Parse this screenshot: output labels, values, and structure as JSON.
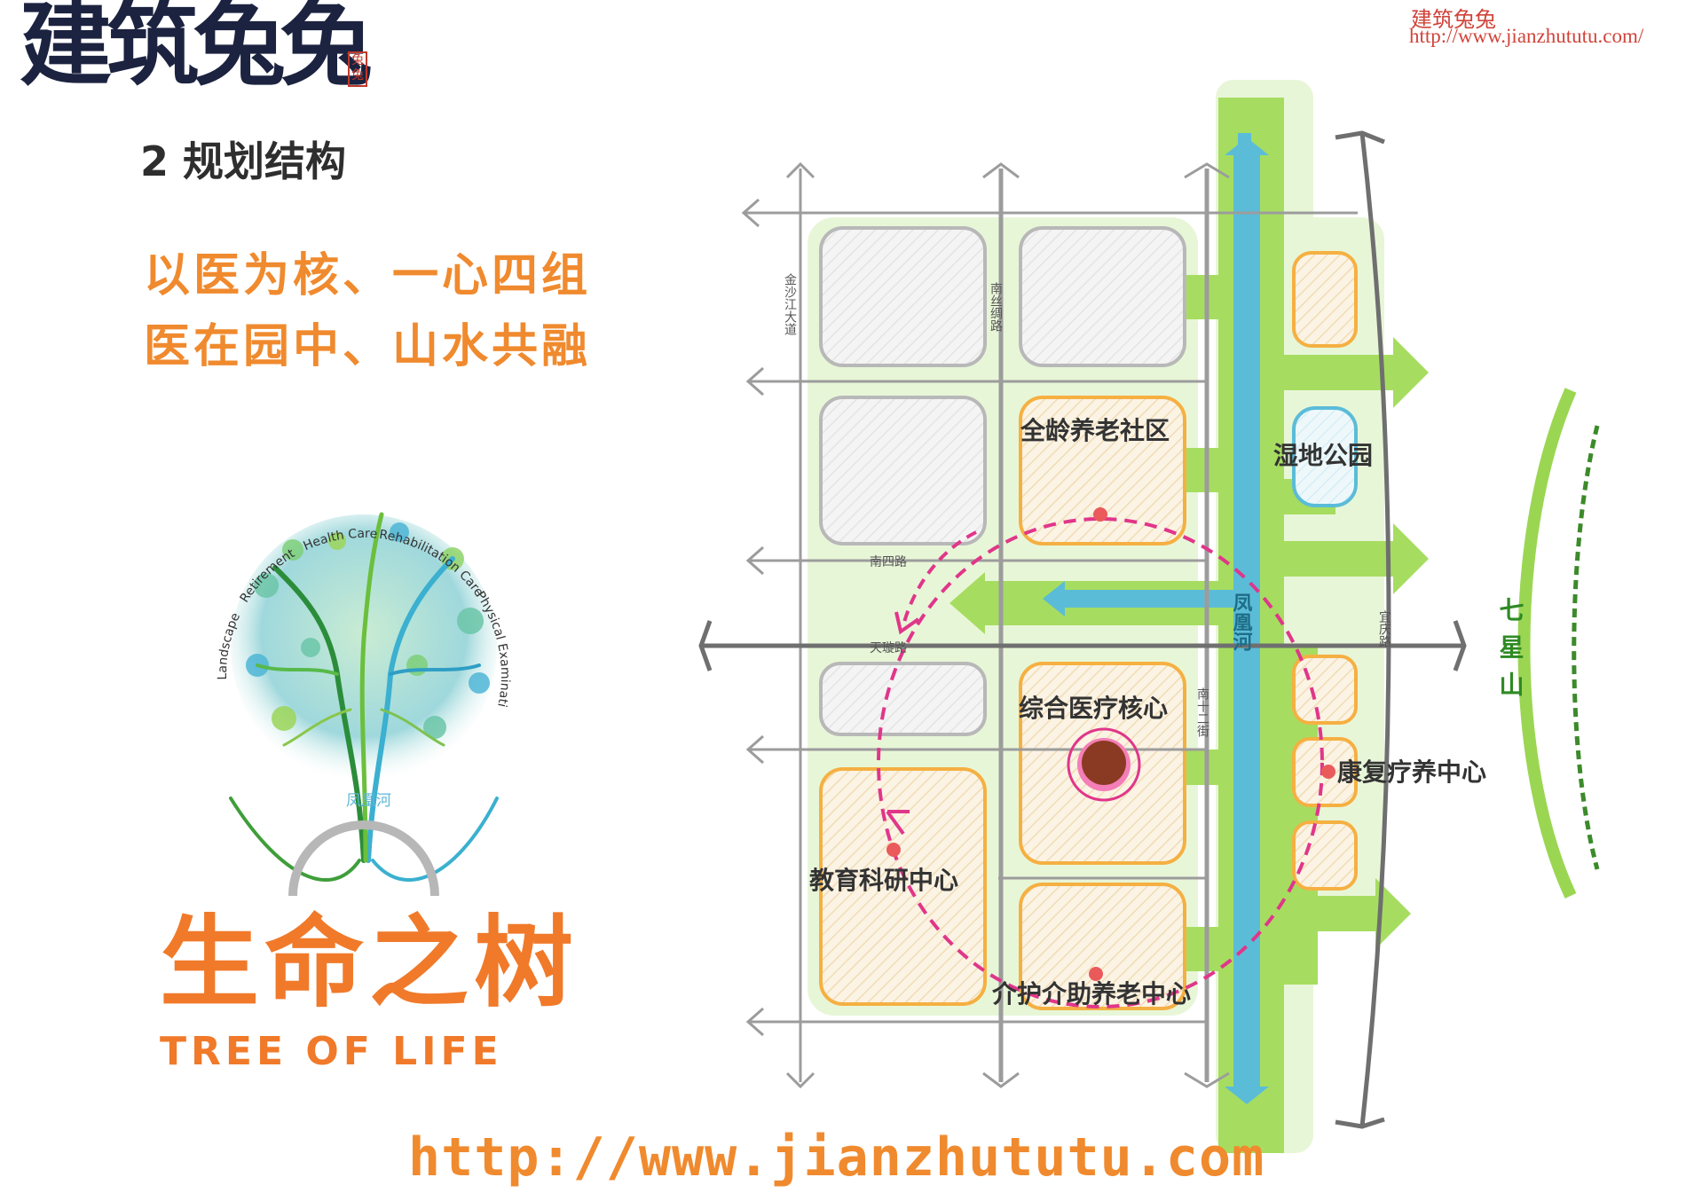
{
  "header": {
    "logo_text": "建筑兔兔",
    "logo_seal": "兔兔",
    "watermark_name": "建筑兔兔",
    "watermark_url": "http://www.jianzhututu.com/"
  },
  "section_title": "2  规划结构",
  "slogans": [
    "以医为核、一心四组",
    "医在园中、山水共融"
  ],
  "tree": {
    "title_cn": "生命之树",
    "title_en": "TREE OF LIFE",
    "ring_labels": [
      "Landscape",
      "Retirement",
      "Health Care",
      "Rehabilitation Care",
      "Physical Examination"
    ],
    "river_label": "凤凰河"
  },
  "plan": {
    "roads": {
      "jinsha": "金沙江大道",
      "nansi_silk": "南丝绸路",
      "nansi": "南四路",
      "tianxuan": "天璇路",
      "nan12": "南十二街",
      "yiqing": "宜庆路"
    },
    "river": "凤凰河",
    "mountain": "七星山",
    "zones": {
      "elderly_community": "全龄养老社区",
      "wetland_park": "湿地公园",
      "medical_core": "综合医疗核心",
      "rehab_center": "康复疗养中心",
      "education_center": "教育科研中心",
      "nursing_center": "介护介助养老中心"
    },
    "colors": {
      "green_corridor": "#a6dd60",
      "river_blue": "#5bbcd8",
      "orange_zone": "#f5b042",
      "loop_magenta": "#e0368a",
      "road_gray": "#8a8a8a",
      "core_brown": "#8a3a22"
    }
  },
  "footer_url": "http://www.jianzhututu.com"
}
